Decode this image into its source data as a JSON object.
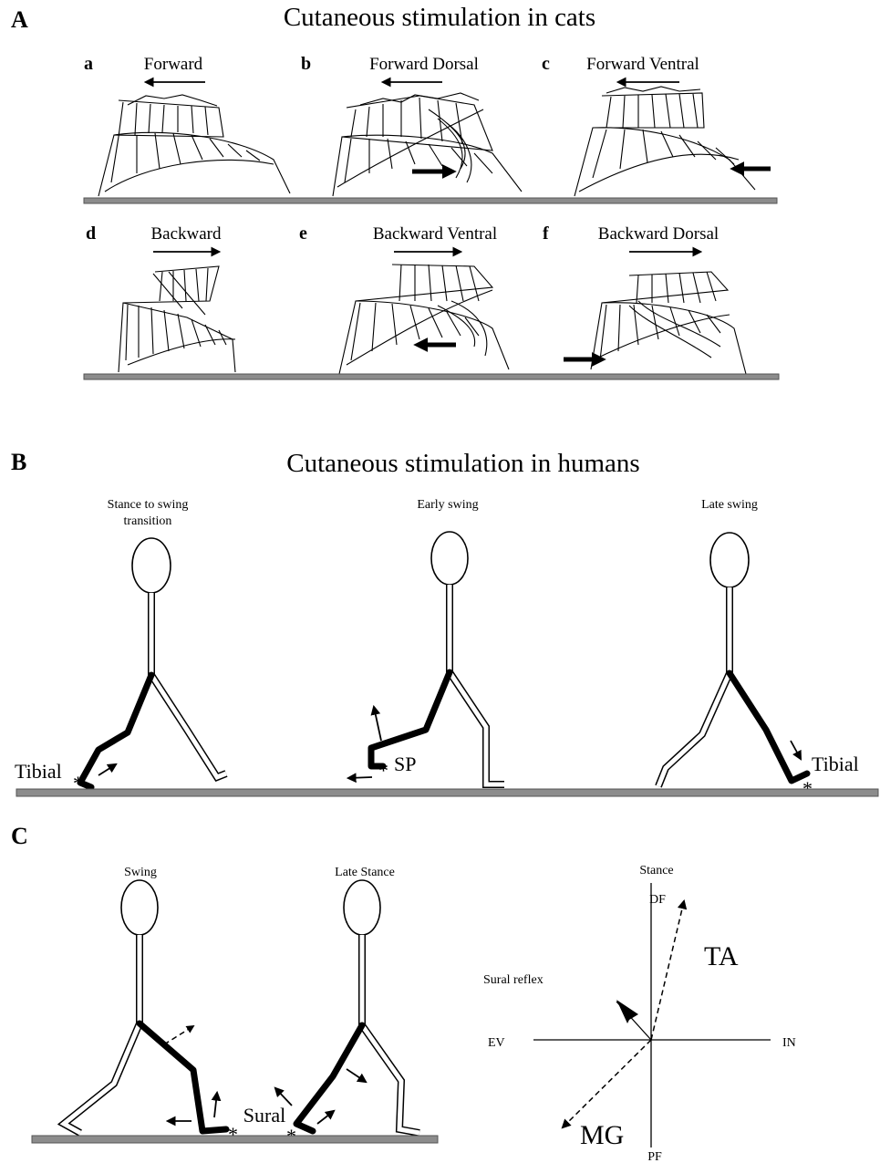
{
  "panel_a": {
    "letter": "A",
    "title": "Cutaneous stimulation in cats",
    "subpanels": [
      {
        "letter": "a",
        "label": "Forward"
      },
      {
        "letter": "b",
        "label": "Forward Dorsal"
      },
      {
        "letter": "c",
        "label": "Forward Ventral"
      },
      {
        "letter": "d",
        "label": "Backward"
      },
      {
        "letter": "e",
        "label": "Backward Ventral"
      },
      {
        "letter": "f",
        "label": "Backward Dorsal"
      }
    ]
  },
  "panel_b": {
    "letter": "B",
    "title": "Cutaneous stimulation in humans",
    "phases": [
      {
        "label_line1": "Stance to swing",
        "label_line2": "transition",
        "nerve": "Tibial"
      },
      {
        "label_line1": "Early swing",
        "label_line2": "",
        "nerve": "SP"
      },
      {
        "label_line1": "Late swing",
        "label_line2": "",
        "nerve": "Tibial"
      }
    ]
  },
  "panel_c": {
    "letter": "C",
    "phases": [
      {
        "label": "Swing"
      },
      {
        "label": "Late Stance"
      }
    ],
    "nerve": "Sural",
    "vector_plot": {
      "title": "Stance",
      "reflex_label": "Sural reflex",
      "axis_top": "DF",
      "axis_bottom": "PF",
      "axis_left": "EV",
      "axis_right": "IN",
      "muscle_1": "TA",
      "muscle_2": "MG"
    }
  },
  "colors": {
    "ink": "#000000",
    "ground": "#8c8c8c",
    "background": "#ffffff"
  }
}
